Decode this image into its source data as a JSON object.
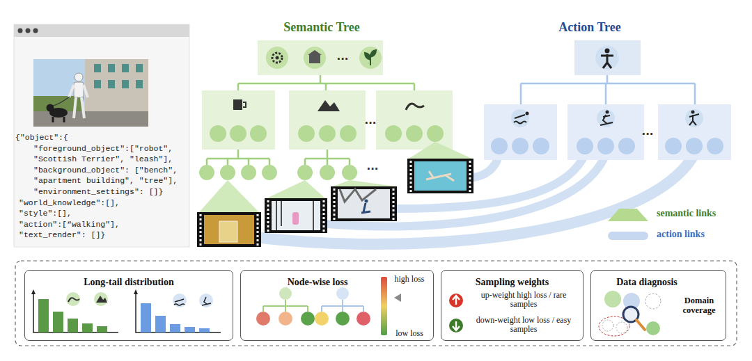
{
  "diagram": {
    "nodes": [
      {
        "text": [
          "Long-tail distribution"
        ]
      },
      {
        "text": [
          "Node-wise loss",
          "high loss",
          "low loss"
        ]
      },
      {
        "text": [
          "Sampling weights",
          "up-weight high loss / rare samples",
          "down-weight low loss / easy samples"
        ]
      },
      {
        "text": [
          "Data diagnosis",
          "Domain coverage"
        ]
      }
    ],
    "labels": [
      "{\"object\":{",
      "\"foreground_object\":[\"robot\",",
      "\"Scottish Terrier\", \"leash\"],",
      "\"background_object\": [\"bench\",",
      "\"apartment building\", \"tree\"],",
      "\"environment_settings\": []}",
      "\"world_knowledge\":[],",
      "\"style\":[],",
      "\"action\":[“walking\"],",
      "\"text_render\": []}",
      "Semantic Tree",
      "Action Tree",
      "...",
      "...",
      "...",
      "..."
    ],
    "legend": [
      {
        "text": "semantic links",
        "color": "#b5d98f"
      },
      {
        "text": "action links",
        "color": "#c5d8ef"
      }
    ]
  }
}
